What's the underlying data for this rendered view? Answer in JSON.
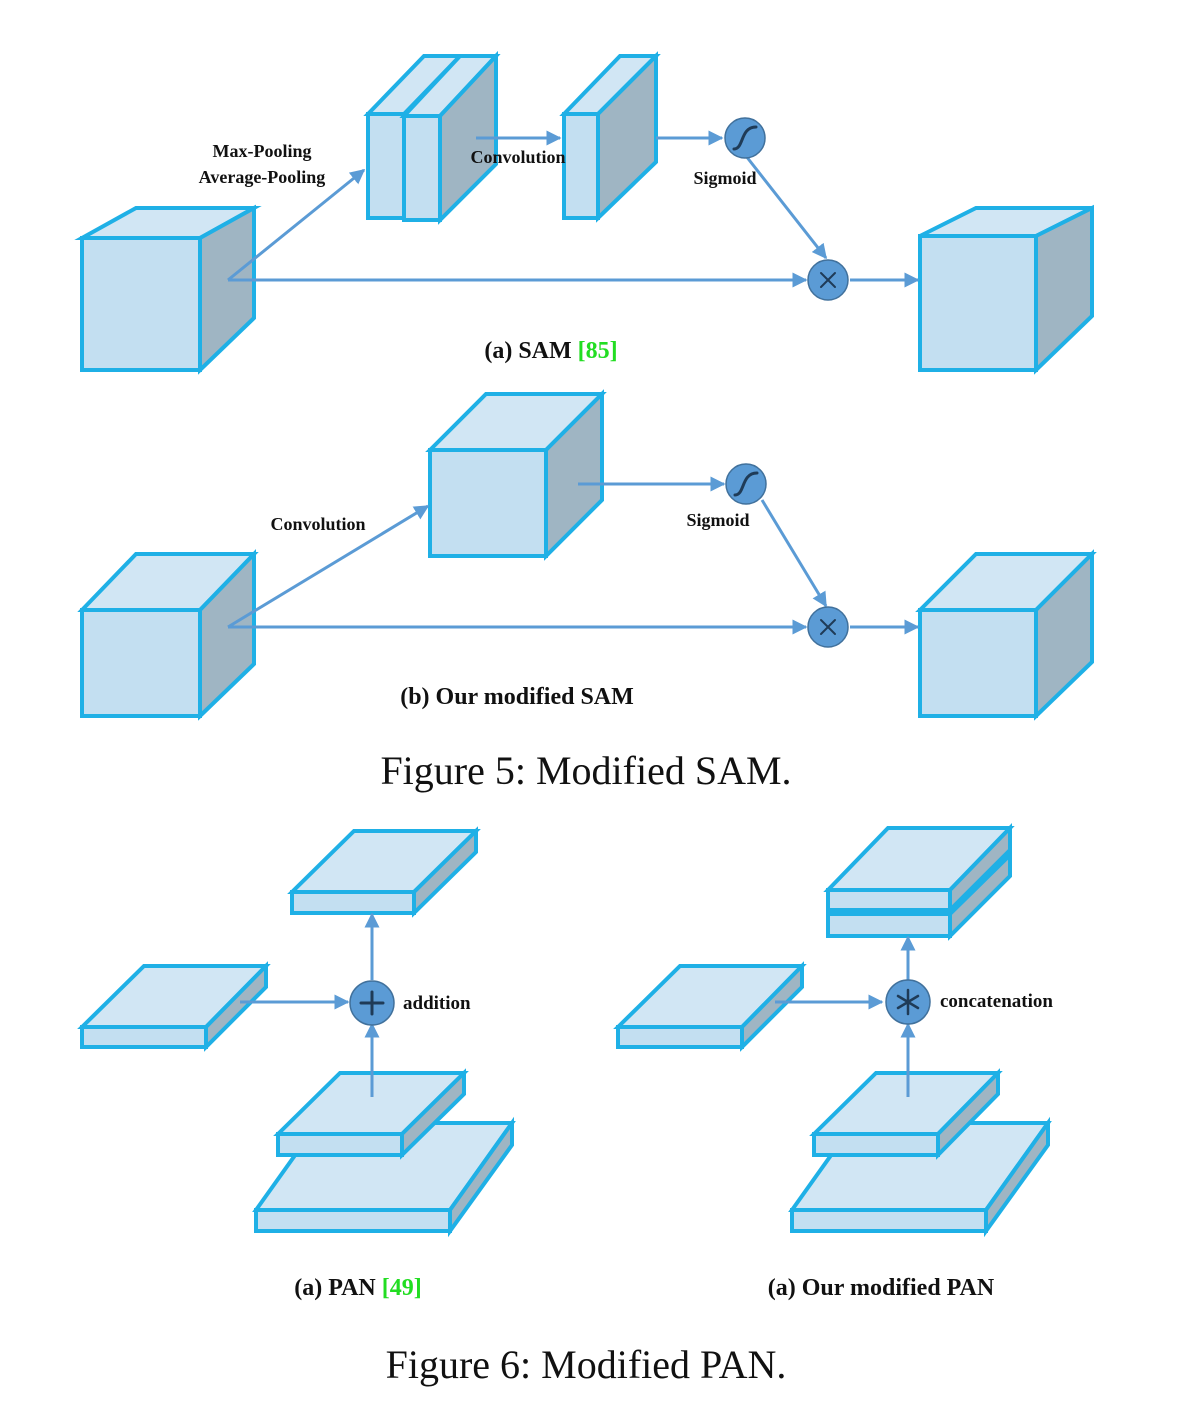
{
  "figure5": {
    "caption": "Figure 5: Modified SAM.",
    "panel_a": {
      "caption_text": "(a) SAM ",
      "caption_ref": "[85]",
      "label_pool_1": "Max-Pooling",
      "label_pool_2": "Average-Pooling",
      "label_conv": "Convolution",
      "label_sigmoid": "Sigmoid",
      "multiply_op": "×"
    },
    "panel_b": {
      "caption_text": "(b) Our modified SAM",
      "label_conv": "Convolution",
      "label_sigmoid": "Sigmoid",
      "multiply_op": "×"
    }
  },
  "figure6": {
    "caption": "Figure 6: Modified PAN.",
    "panel_a": {
      "caption_text": "(a) PAN ",
      "caption_ref": "[49]",
      "op_label": "addition"
    },
    "panel_b": {
      "caption_text": "(a) Our modified PAN",
      "op_label": "concatenation"
    }
  },
  "colors": {
    "box_edge": "#1fb0e6",
    "box_front": "#c3dff1",
    "box_top": "#d1e6f4",
    "box_side": "#9fb5c3",
    "arrow": "#5b9bd5",
    "operator": "#5b9bd5",
    "citation": "#22dd22"
  }
}
